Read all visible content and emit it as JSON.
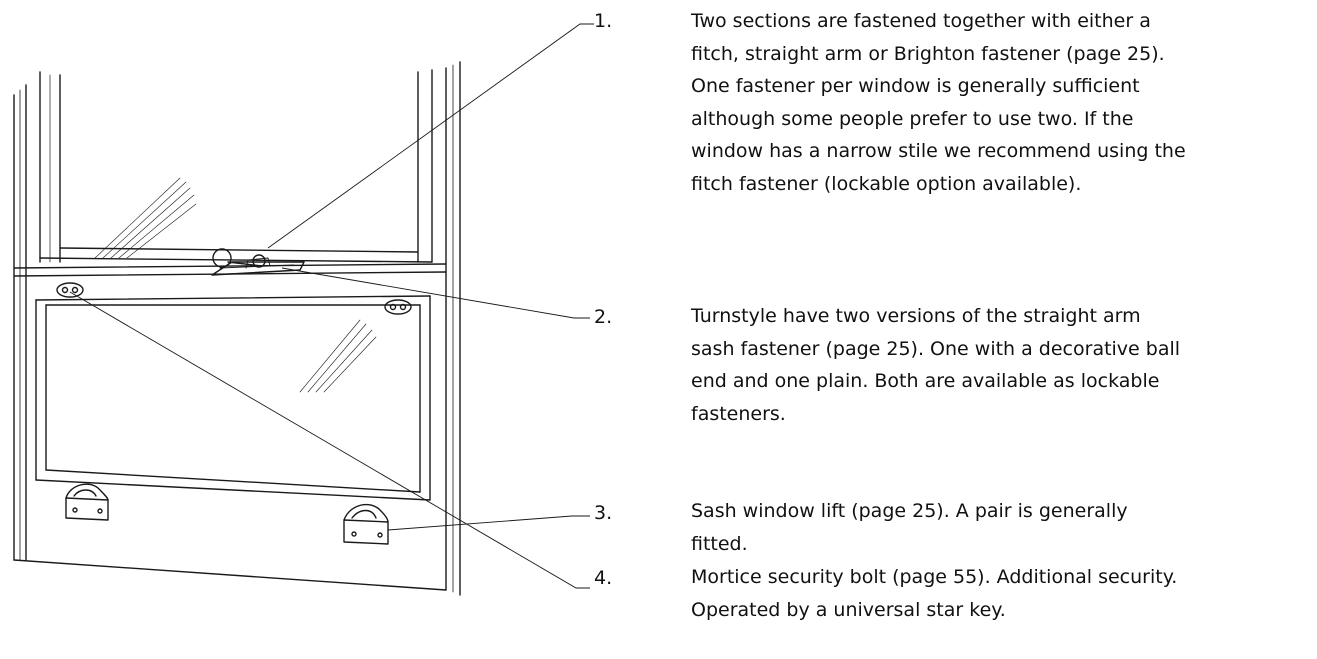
{
  "items": [
    {
      "number": "1.",
      "lines": [
        "Two sections are fastened together with either a",
        "fitch, straight arm or Brighton fastener (page 25).",
        "One fastener per window is generally sufficient",
        "although some people prefer to use two.  If the",
        "window has a narrow stile we recommend using the",
        "fitch fastener (lockable option available)."
      ]
    },
    {
      "number": "2.",
      "lines": [
        "Turnstyle have two versions of the straight arm",
        "sash fastener (page 25).  One with a decorative ball",
        "end and one plain.  Both are available as lockable",
        "fasteners."
      ]
    },
    {
      "number": "3.",
      "lines": [
        "Sash window lift (page 25).  A pair is generally",
        "fitted."
      ]
    },
    {
      "number": "4.",
      "lines": [
        "Mortice security bolt (page 55).  Additional security.",
        "Operated by a universal star key."
      ]
    }
  ]
}
